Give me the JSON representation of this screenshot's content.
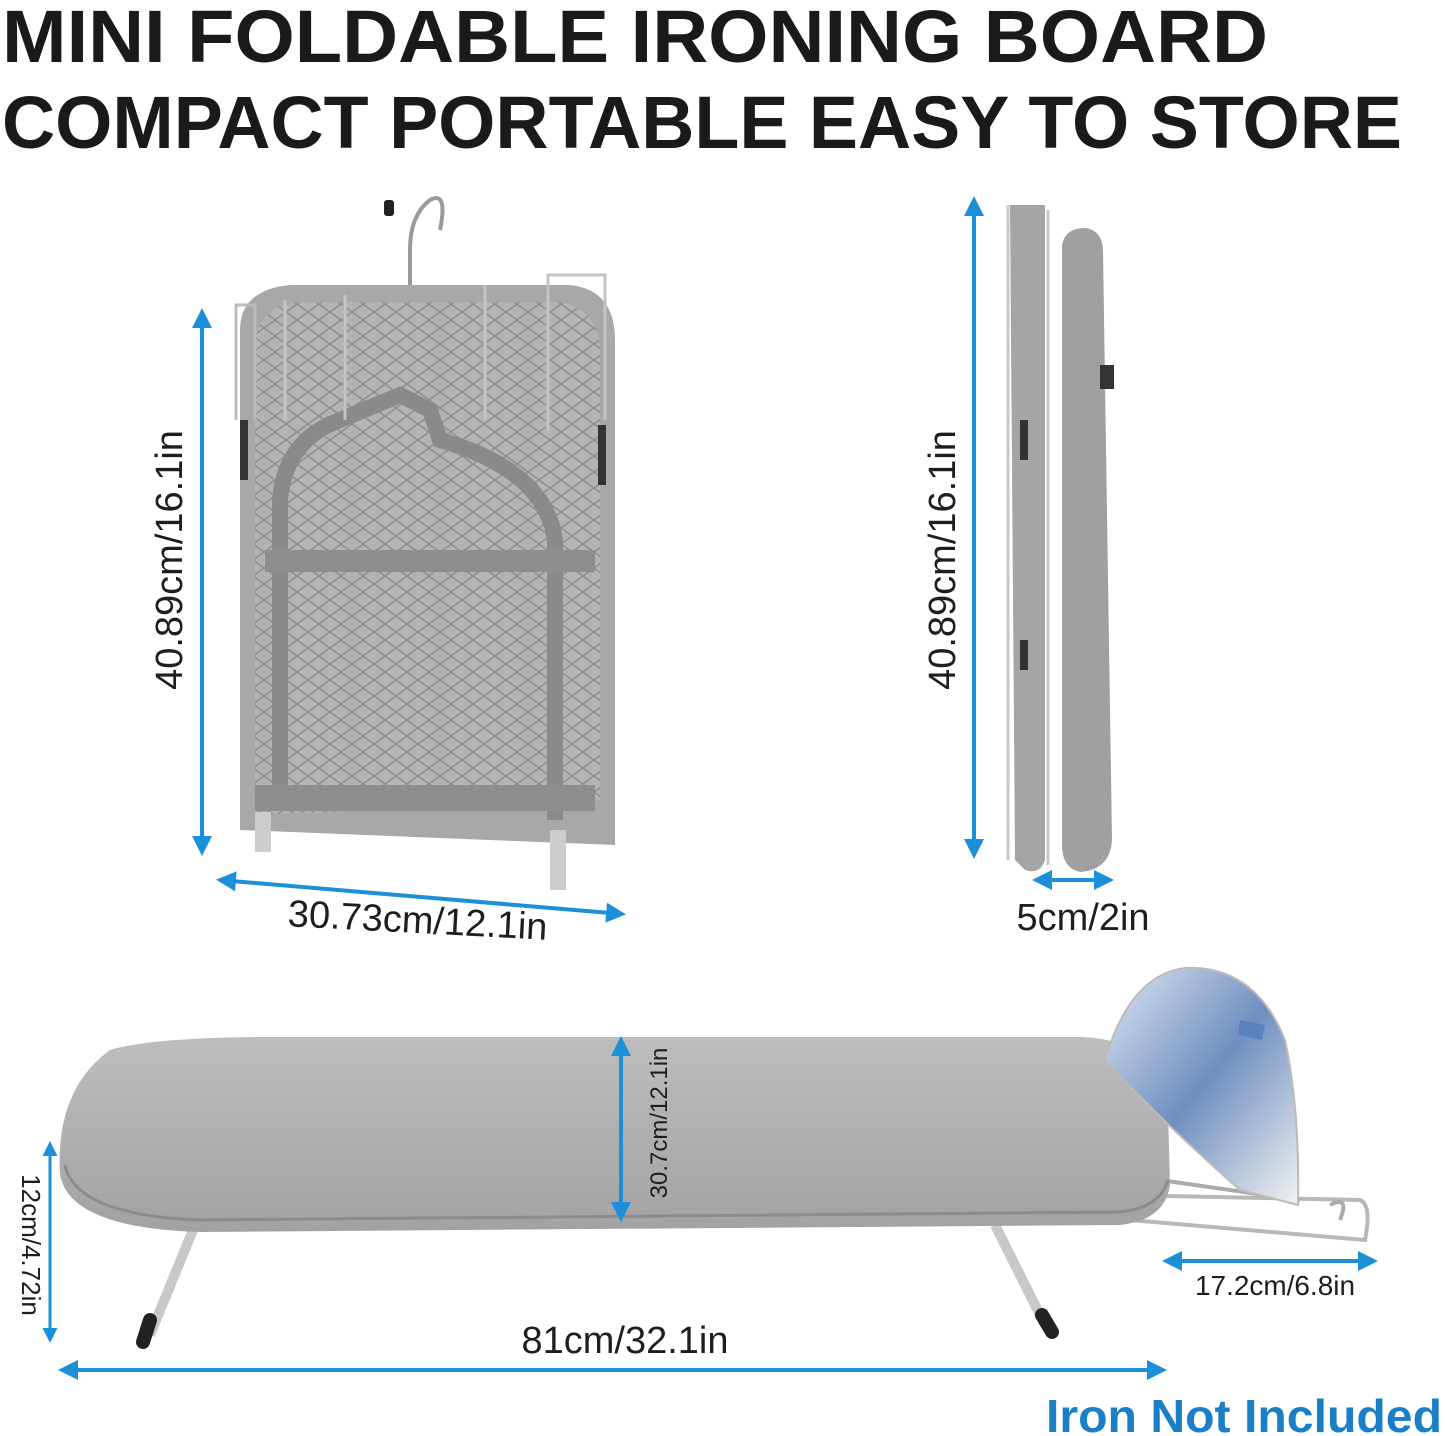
{
  "title": {
    "line1": "MINI FOLDABLE IRONING BOARD",
    "line2": "COMPACT PORTABLE EASY TO STORE"
  },
  "folded_front": {
    "height_label": "40.89cm/16.1in",
    "width_label": "30.73cm/12.1in"
  },
  "folded_side": {
    "height_label": "40.89cm/16.1in",
    "thickness_label": "5cm/2in"
  },
  "unfolded": {
    "board_width_label": "30.7cm/12.1in",
    "leg_height_label": "12cm/4.72in",
    "length_label": "81cm/32.1in",
    "rack_length_label": "17.2cm/6.8in"
  },
  "note": "Iron Not Included",
  "colors": {
    "arrow": "#1b8fd8",
    "note": "#1a7fc6",
    "board": "#a9a9a9",
    "title": "#1c1a19"
  }
}
